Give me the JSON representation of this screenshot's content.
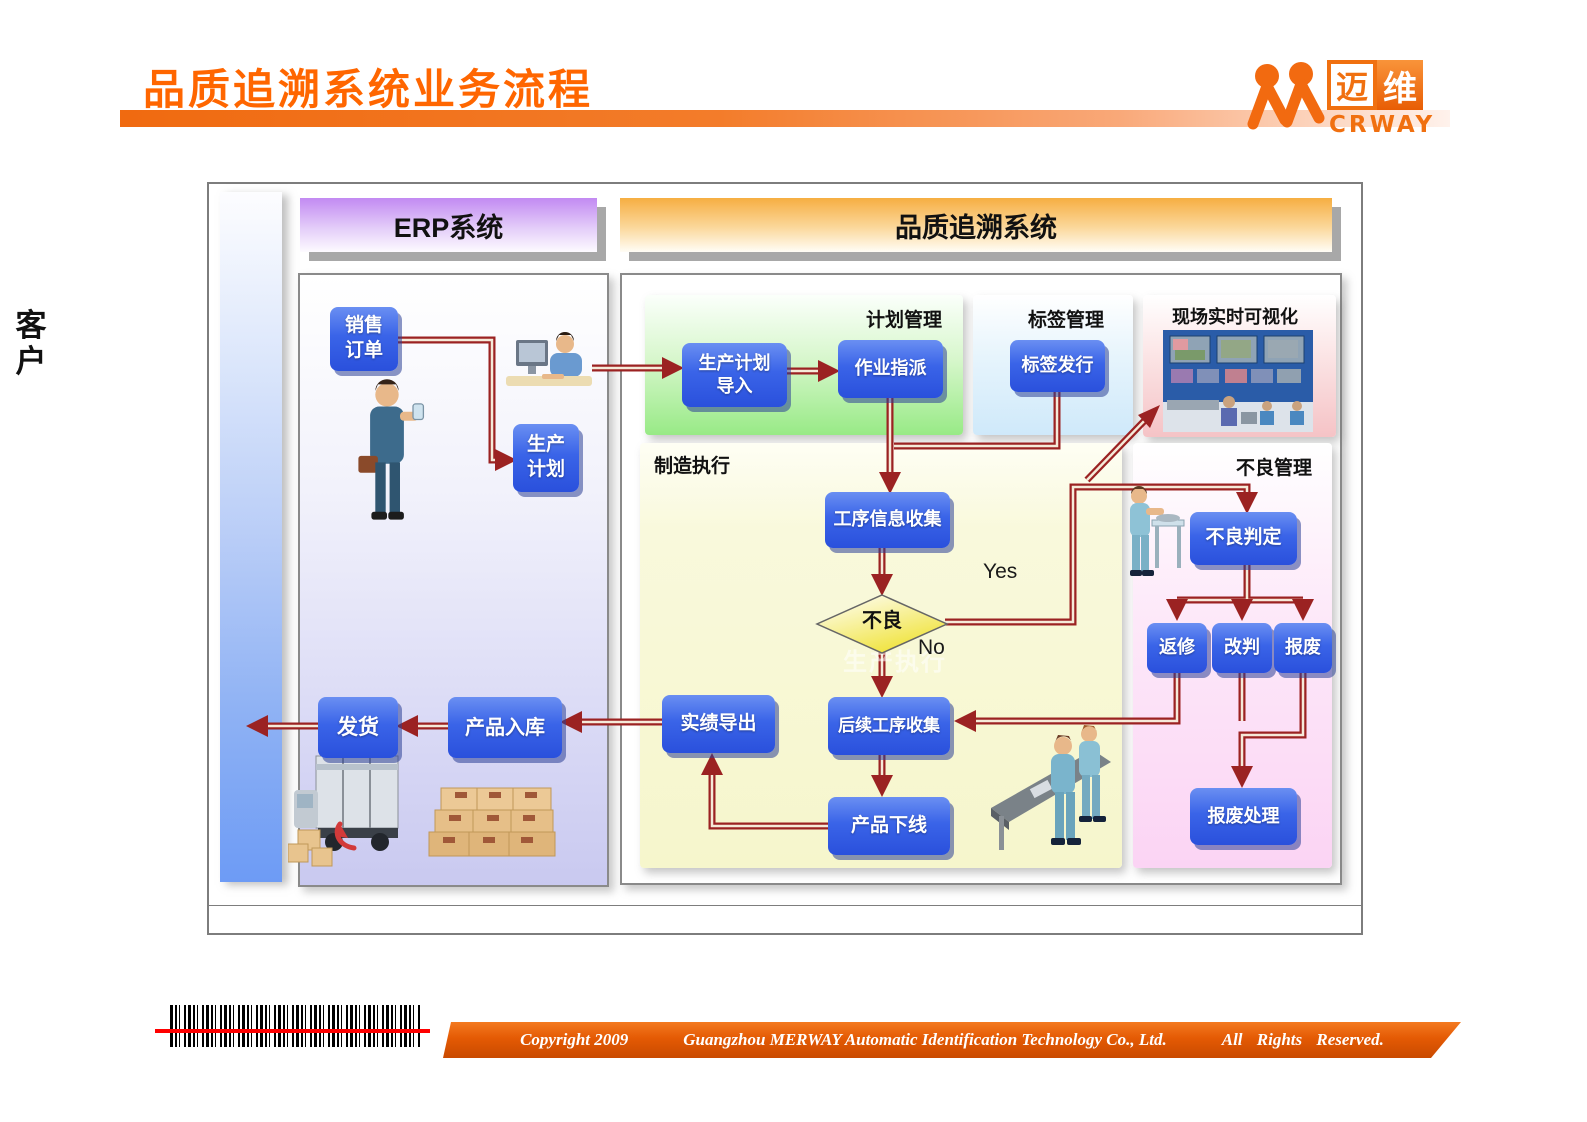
{
  "title": "品质追溯系统业务流程",
  "logo": {
    "glyph1": "迈",
    "glyph2": "维",
    "subtext": "CRWAY"
  },
  "diagram": {
    "customer_label": "客\n户",
    "erp_header": "ERP系统",
    "qts_header": "品质追溯系统",
    "erp": {
      "sales_order": "销售\n订单",
      "production_plan": "生产\n计划",
      "ship": "发货",
      "warehouse": "产品入库"
    },
    "plan_mgmt": {
      "label": "计划管理",
      "import": "生产计划\n导入",
      "assign": "作业指派"
    },
    "label_mgmt": {
      "label": "标签管理",
      "issue": "标签发行"
    },
    "visualization": {
      "label": "现场实时可视化"
    },
    "mes": {
      "label": "制造执行",
      "collect": "工序信息收集",
      "defect": "不良",
      "yes": "Yes",
      "no": "No",
      "followup": "后续工序收集",
      "offline": "产品下线",
      "export": "实绩导出",
      "watermark": "生产执行"
    },
    "defect_mgmt": {
      "label": "不良管理",
      "judge": "不良判定",
      "repair": "返修",
      "rejudge": "改判",
      "scrap": "报废",
      "scrap_handle": "报废处理"
    }
  },
  "footer": {
    "copyright": "Copyright 2009",
    "company": "Guangzhou MERWAY Automatic Identification Technology Co., Ltd.",
    "rights": "All Rights Reserved."
  },
  "colors": {
    "title_orange": "#ff6600",
    "arrow_red": "#9b2222",
    "node_blue": "#2f5fe0",
    "erp_header_purple": "#c28af2",
    "qts_header_orange": "#f6ae42",
    "plan_panel_green": "#98ea86",
    "label_panel_blue": "#cfe9fa",
    "viz_panel_pink": "#f5c3c6",
    "mes_panel_yellow": "#f6f6cc",
    "defect_panel_pink": "#fbd4f4",
    "customer_bar_blue": "#6d9bf5",
    "banner_orange": "#e45a04"
  }
}
